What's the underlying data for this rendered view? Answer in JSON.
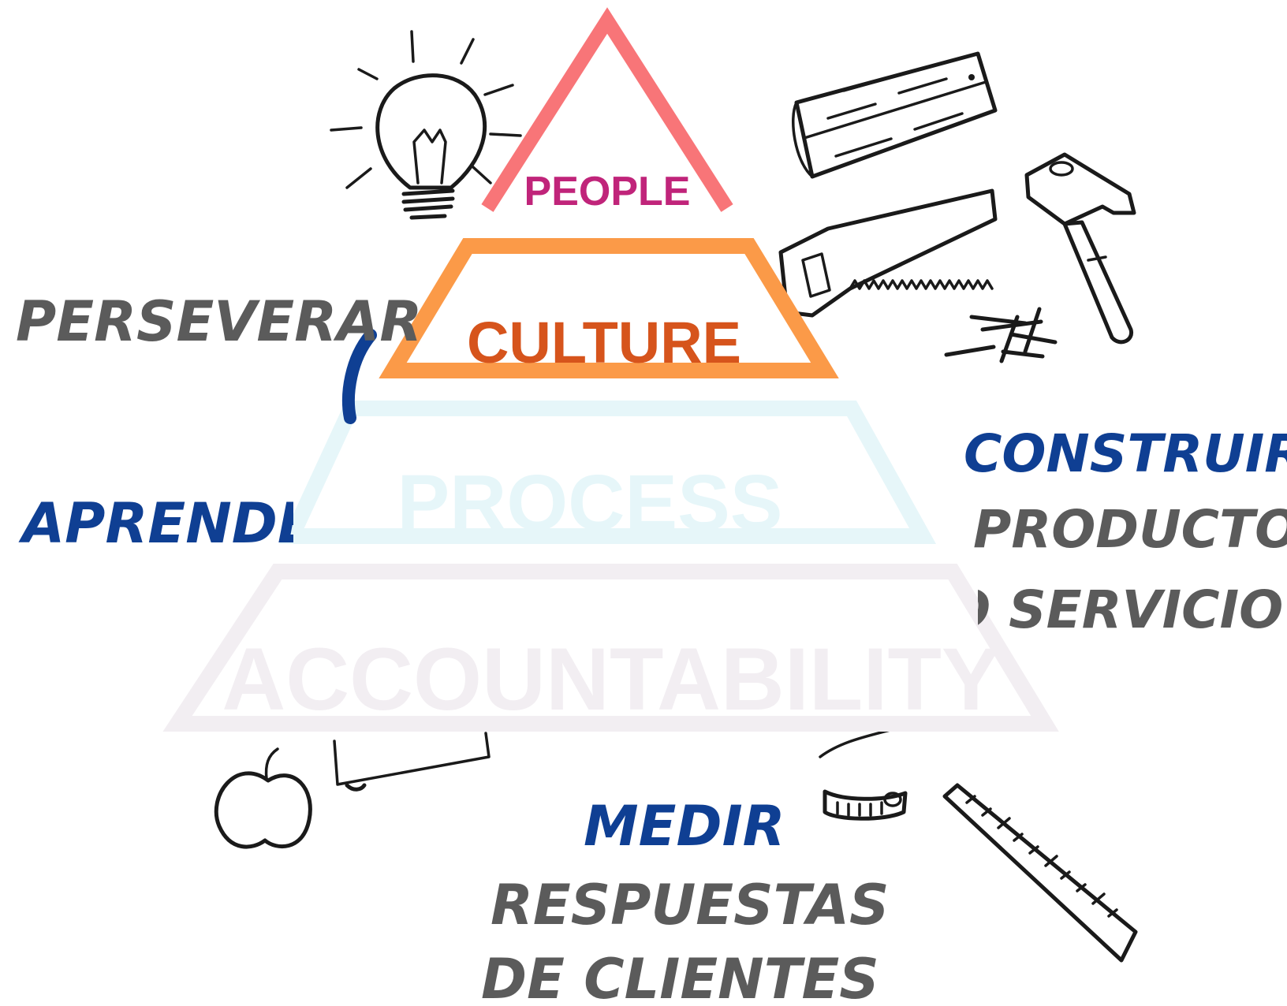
{
  "pyramid": {
    "tiers": [
      {
        "label": "PEOPLE",
        "outline_color": "#f87578",
        "text_color": "#c0247a"
      },
      {
        "label": "CULTURE",
        "outline_color": "#fb9a48",
        "text_color": "#d6541c"
      },
      {
        "label": "PROCESS",
        "outline_color": "#e6f6f9",
        "text_color": "#e6f6f9"
      },
      {
        "label": "ACCOUNTABILITY",
        "outline_color": "#f2eef2",
        "text_color": "#f2eef2"
      }
    ]
  },
  "loop": {
    "perseverar": "PERSEVERAR",
    "aprender": "APRENDER",
    "construir": {
      "heading": "CONSTRUIR",
      "line1": "PRODUCTO",
      "line2": "O SERVICIO"
    },
    "medir": {
      "heading": "MEDIR",
      "line1": "RESPUESTAS",
      "line2": "DE CLIENTES"
    }
  },
  "colors": {
    "accent_blue": "#0f3f93",
    "hand_gray": "#5b5b5b",
    "ink": "#1a1a1a"
  },
  "icons": [
    "lightbulb-icon",
    "wood-plank-icon",
    "saw-icon",
    "hammer-icon",
    "nails-icon",
    "apple-icon",
    "notebook-icon",
    "measuring-tape-icon",
    "ruler-icon"
  ]
}
